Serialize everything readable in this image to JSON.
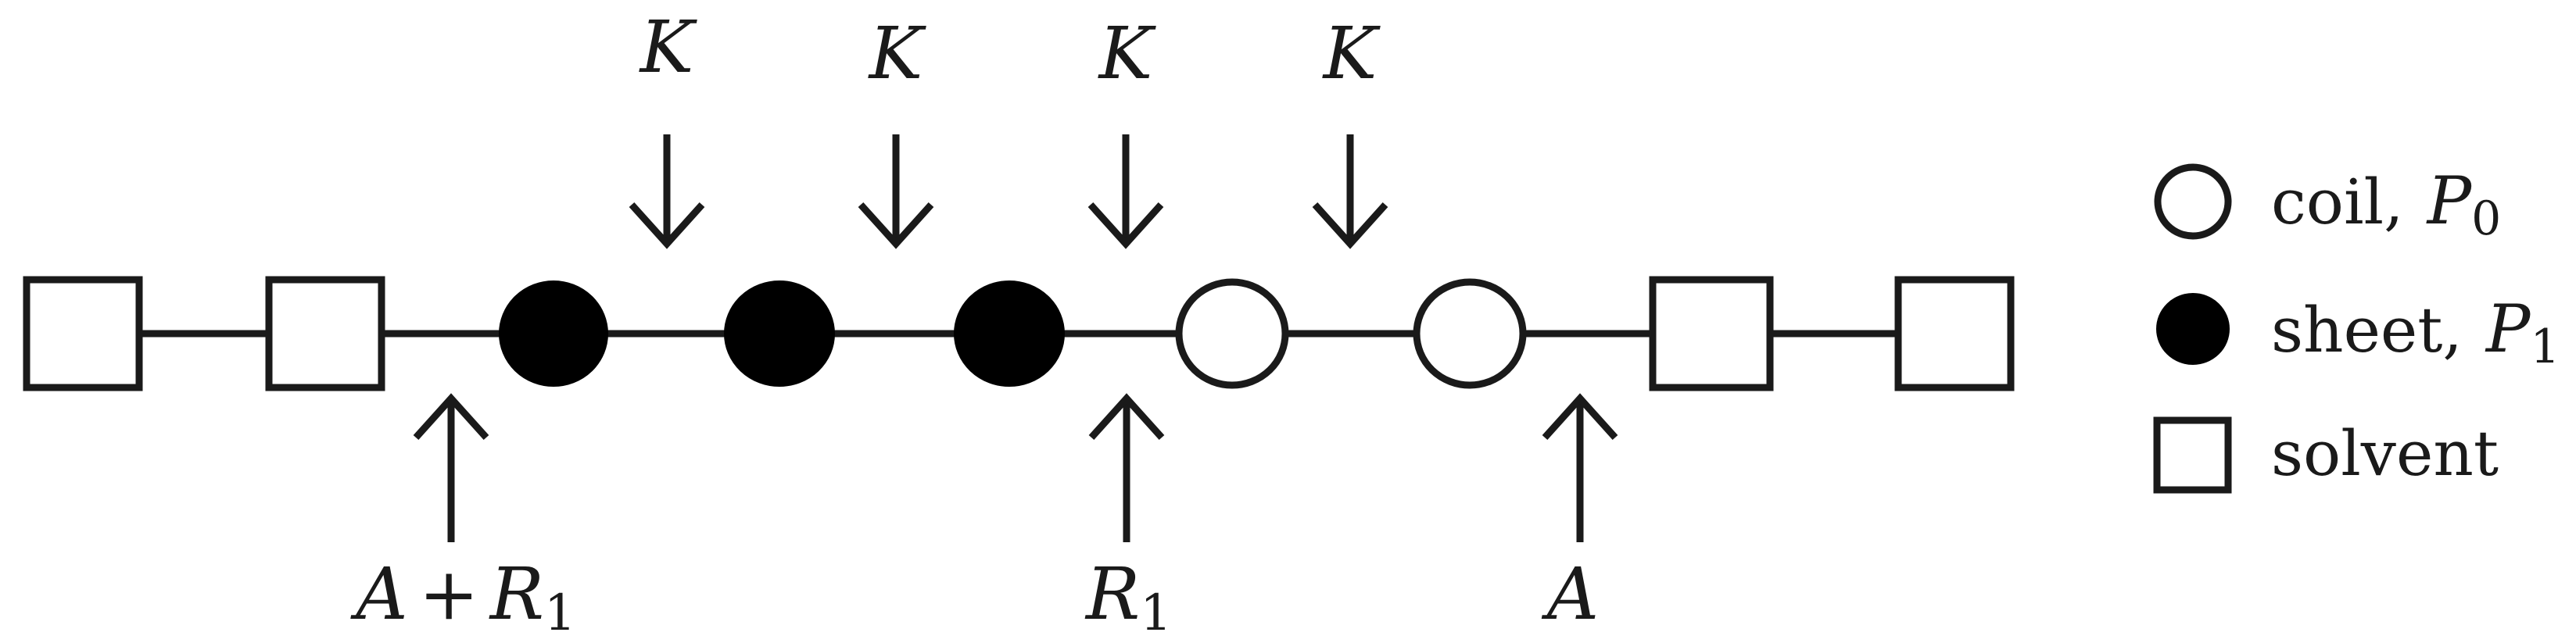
{
  "chain": {
    "sites": [
      "solvent",
      "solvent",
      "sheet",
      "sheet",
      "sheet",
      "coil",
      "coil",
      "solvent",
      "solvent"
    ]
  },
  "top_labels": [
    {
      "symbol": "K"
    },
    {
      "symbol": "K"
    },
    {
      "symbol": "K"
    },
    {
      "symbol": "K"
    }
  ],
  "bottom_labels": [
    {
      "main": "A",
      "operator": "+",
      "second": "R",
      "second_sub": "1"
    },
    {
      "main": "R",
      "sub": "1"
    },
    {
      "main": "A"
    }
  ],
  "legend": {
    "coil": {
      "word": "coil,",
      "symbol": "P",
      "sub": "0",
      "icon": "open-circle"
    },
    "sheet": {
      "word": "sheet,",
      "symbol": "P",
      "sub": "1",
      "icon": "filled-circle"
    },
    "solvent": {
      "word": "solvent",
      "icon": "open-square"
    }
  },
  "colors": {
    "ink": "#1a1a1a",
    "background": "#ffffff"
  }
}
